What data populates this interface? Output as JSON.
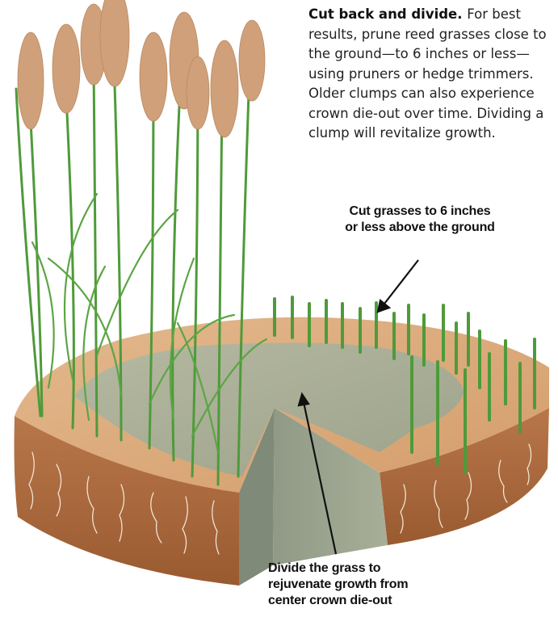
{
  "caption": {
    "lead": "Cut back and divide.",
    "body": "For best results, prune reed grasses close to the ground—to 6 inches or less—using pruners or hedge trimmers. Older clumps can also experience crown die-out over time. Dividing a clump will revitalize growth."
  },
  "callouts": {
    "cut": [
      "Cut grasses to 6 inches",
      "or less above the ground"
    ],
    "divide": [
      "Divide the grass to",
      "rejuvenate growth from",
      "center crown die-out"
    ]
  },
  "colors": {
    "soil_top": "#d9a878",
    "soil_side": "#a9683a",
    "crown": "#a8ad93",
    "stem": "#4f9a3a",
    "plume": "#cfa07a"
  }
}
